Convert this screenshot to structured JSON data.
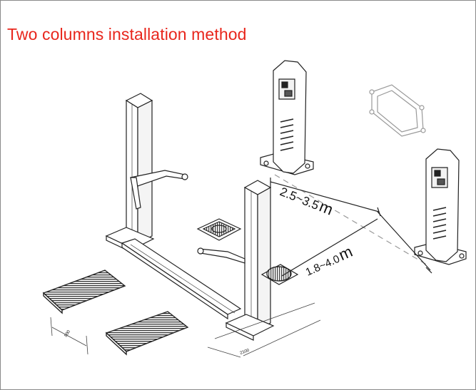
{
  "title": "Two columns installation method",
  "dimensions": {
    "column_to_column": "2.5~3.5",
    "lift_to_columns": "1.8~4.0",
    "unit": "m",
    "small_dim_a": "800",
    "small_dim_b": "2100"
  },
  "colors": {
    "title": "#e8261c",
    "line": "#222222",
    "dashed": "#888888"
  }
}
